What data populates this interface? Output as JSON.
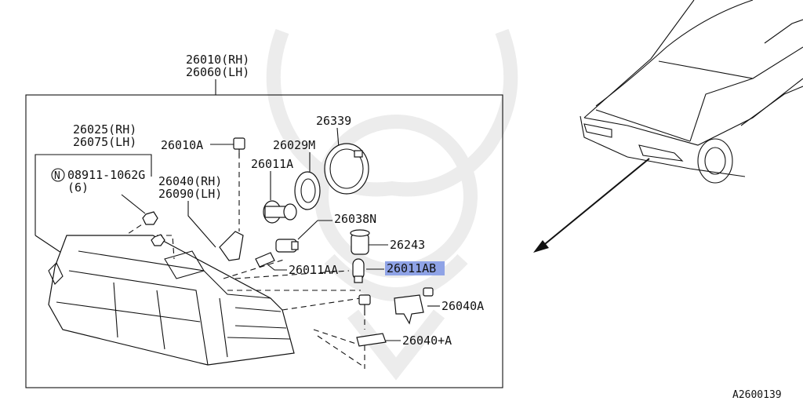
{
  "diagram": {
    "assembly": {
      "rh": "26010(RH)",
      "lh": "26060(LH)"
    },
    "housing": {
      "rh": "26025(RH)",
      "lh": "26075(LH)"
    },
    "nut": {
      "symbol": "N",
      "part": "08911-1062G",
      "qty": "(6)"
    },
    "bracket": {
      "rh": "26040(RH)",
      "lh": "26090(LH)"
    },
    "parts": {
      "bolt_top": "26010A",
      "cap": "26339",
      "seal": "26029M",
      "bulb_main": "26011A",
      "socket": "26038N",
      "socket_small": "26243",
      "bulb_small": "26011AA",
      "bulb_highlight": "26011AB",
      "bracket_a": "26040A",
      "bracket_b": "26040+A"
    },
    "highlight_color": "#8fa3e6",
    "figure_code": "A2600139"
  }
}
